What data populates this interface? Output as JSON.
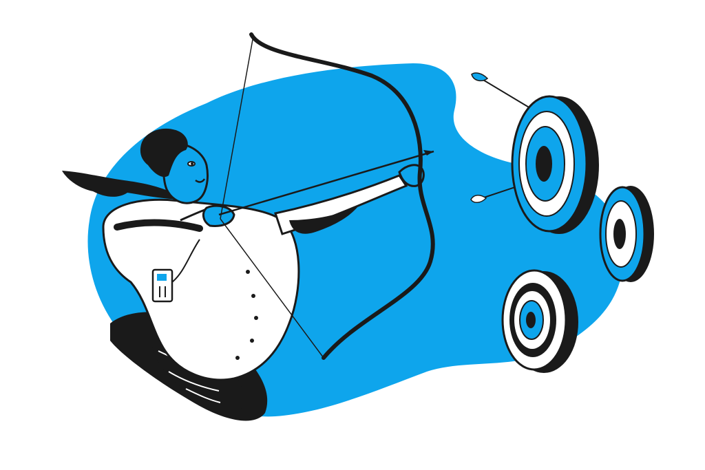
{
  "illustration": {
    "subject": "archer-businessman",
    "colors": {
      "background": "#ffffff",
      "blob": "#0ea5ec",
      "ink": "#1a1a1a",
      "shirt": "#ffffff",
      "skin": "#0ea5ec",
      "target_ring_blue": "#0ea5ec",
      "target_ring_white": "#ffffff",
      "target_ring_dark": "#1a1a1a"
    },
    "targets_count": 3,
    "arrows_in_flight": 2
  }
}
